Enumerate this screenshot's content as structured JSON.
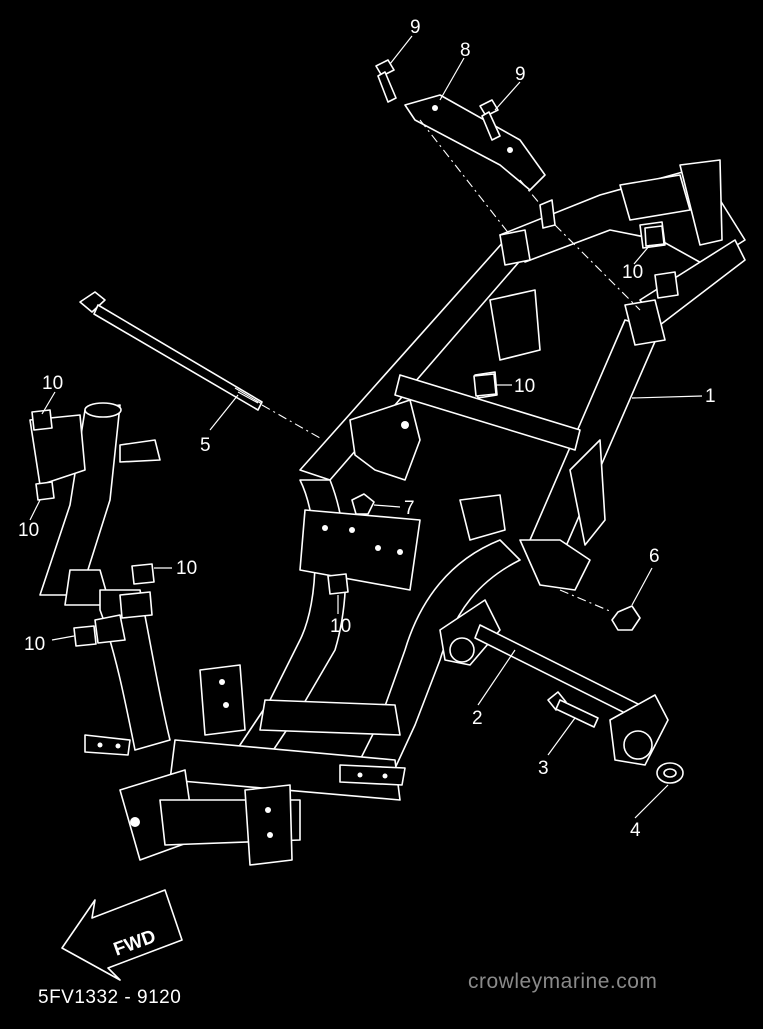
{
  "diagram_code": "5FV1332 - 9120",
  "watermark": "crowleymarine.com",
  "fwd_label": "FWD",
  "callouts": {
    "c1": "1",
    "c2": "2",
    "c3": "3",
    "c4": "4",
    "c5": "5",
    "c6": "6",
    "c7": "7",
    "c8": "8",
    "c9a": "9",
    "c9b": "9",
    "c10a": "10",
    "c10b": "10",
    "c10c": "10",
    "c10d": "10",
    "c10e": "10",
    "c10f": "10",
    "c10g": "10"
  }
}
